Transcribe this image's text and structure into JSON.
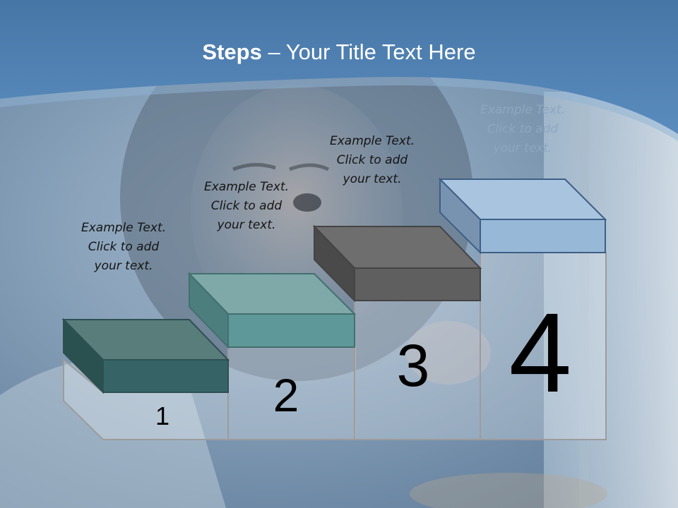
{
  "title": {
    "bold": "Steps",
    "rest": " – Your Title Text Here"
  },
  "steps": [
    {
      "number": "1",
      "caption": [
        "Example Text.",
        "Click  to add",
        "your text."
      ],
      "color_front": "#366466",
      "color_top": "#587d7b",
      "color_side": "#2a514f"
    },
    {
      "number": "2",
      "caption": [
        "Example Text.",
        "Click  to add",
        "your text."
      ],
      "color_front": "#5f9898",
      "color_top": "#7fa8a8",
      "color_side": "#4d7e7e"
    },
    {
      "number": "3",
      "caption": [
        "Example Text.",
        "Click  to add",
        "your text."
      ],
      "color_front": "#5f5f5f",
      "color_top": "#6e6e6e",
      "color_side": "#4a4a4a"
    },
    {
      "number": "4",
      "caption": [
        "Example Text.",
        "Click  to add",
        "your text."
      ],
      "color_front": "#98b8d8",
      "color_top": "#a9c4de",
      "color_side": "#7893b0"
    }
  ]
}
